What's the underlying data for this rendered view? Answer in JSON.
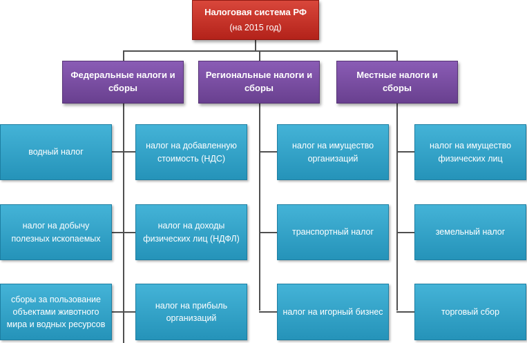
{
  "root": {
    "title": "Налоговая система РФ",
    "subtitle": "(на 2015  год)"
  },
  "categories": [
    {
      "label": "Федеральные налоги и сборы"
    },
    {
      "label": "Региональные налоги и сборы"
    },
    {
      "label": "Местные налоги и сборы"
    }
  ],
  "federal_left": [
    "водный налог",
    "налог на добычу полезных ископаемых",
    "сборы за пользование объектами животного мира и водных ресурсов"
  ],
  "federal_right": [
    "налог на добавленную стоимость (НДС)",
    "налог на доходы физических лиц (НДФЛ)",
    "налог на прибыль организаций"
  ],
  "regional": [
    "налог на имущество организаций",
    "транспортный налог",
    "налог на игорный бизнес"
  ],
  "local": [
    "налог на имущество физических лиц",
    "земельный налог",
    "торговый сбор"
  ],
  "colors": {
    "root": "#c0392b",
    "category": "#7b4fa6",
    "leaf": "#31a5cc",
    "connector": "#4f4f4f"
  }
}
